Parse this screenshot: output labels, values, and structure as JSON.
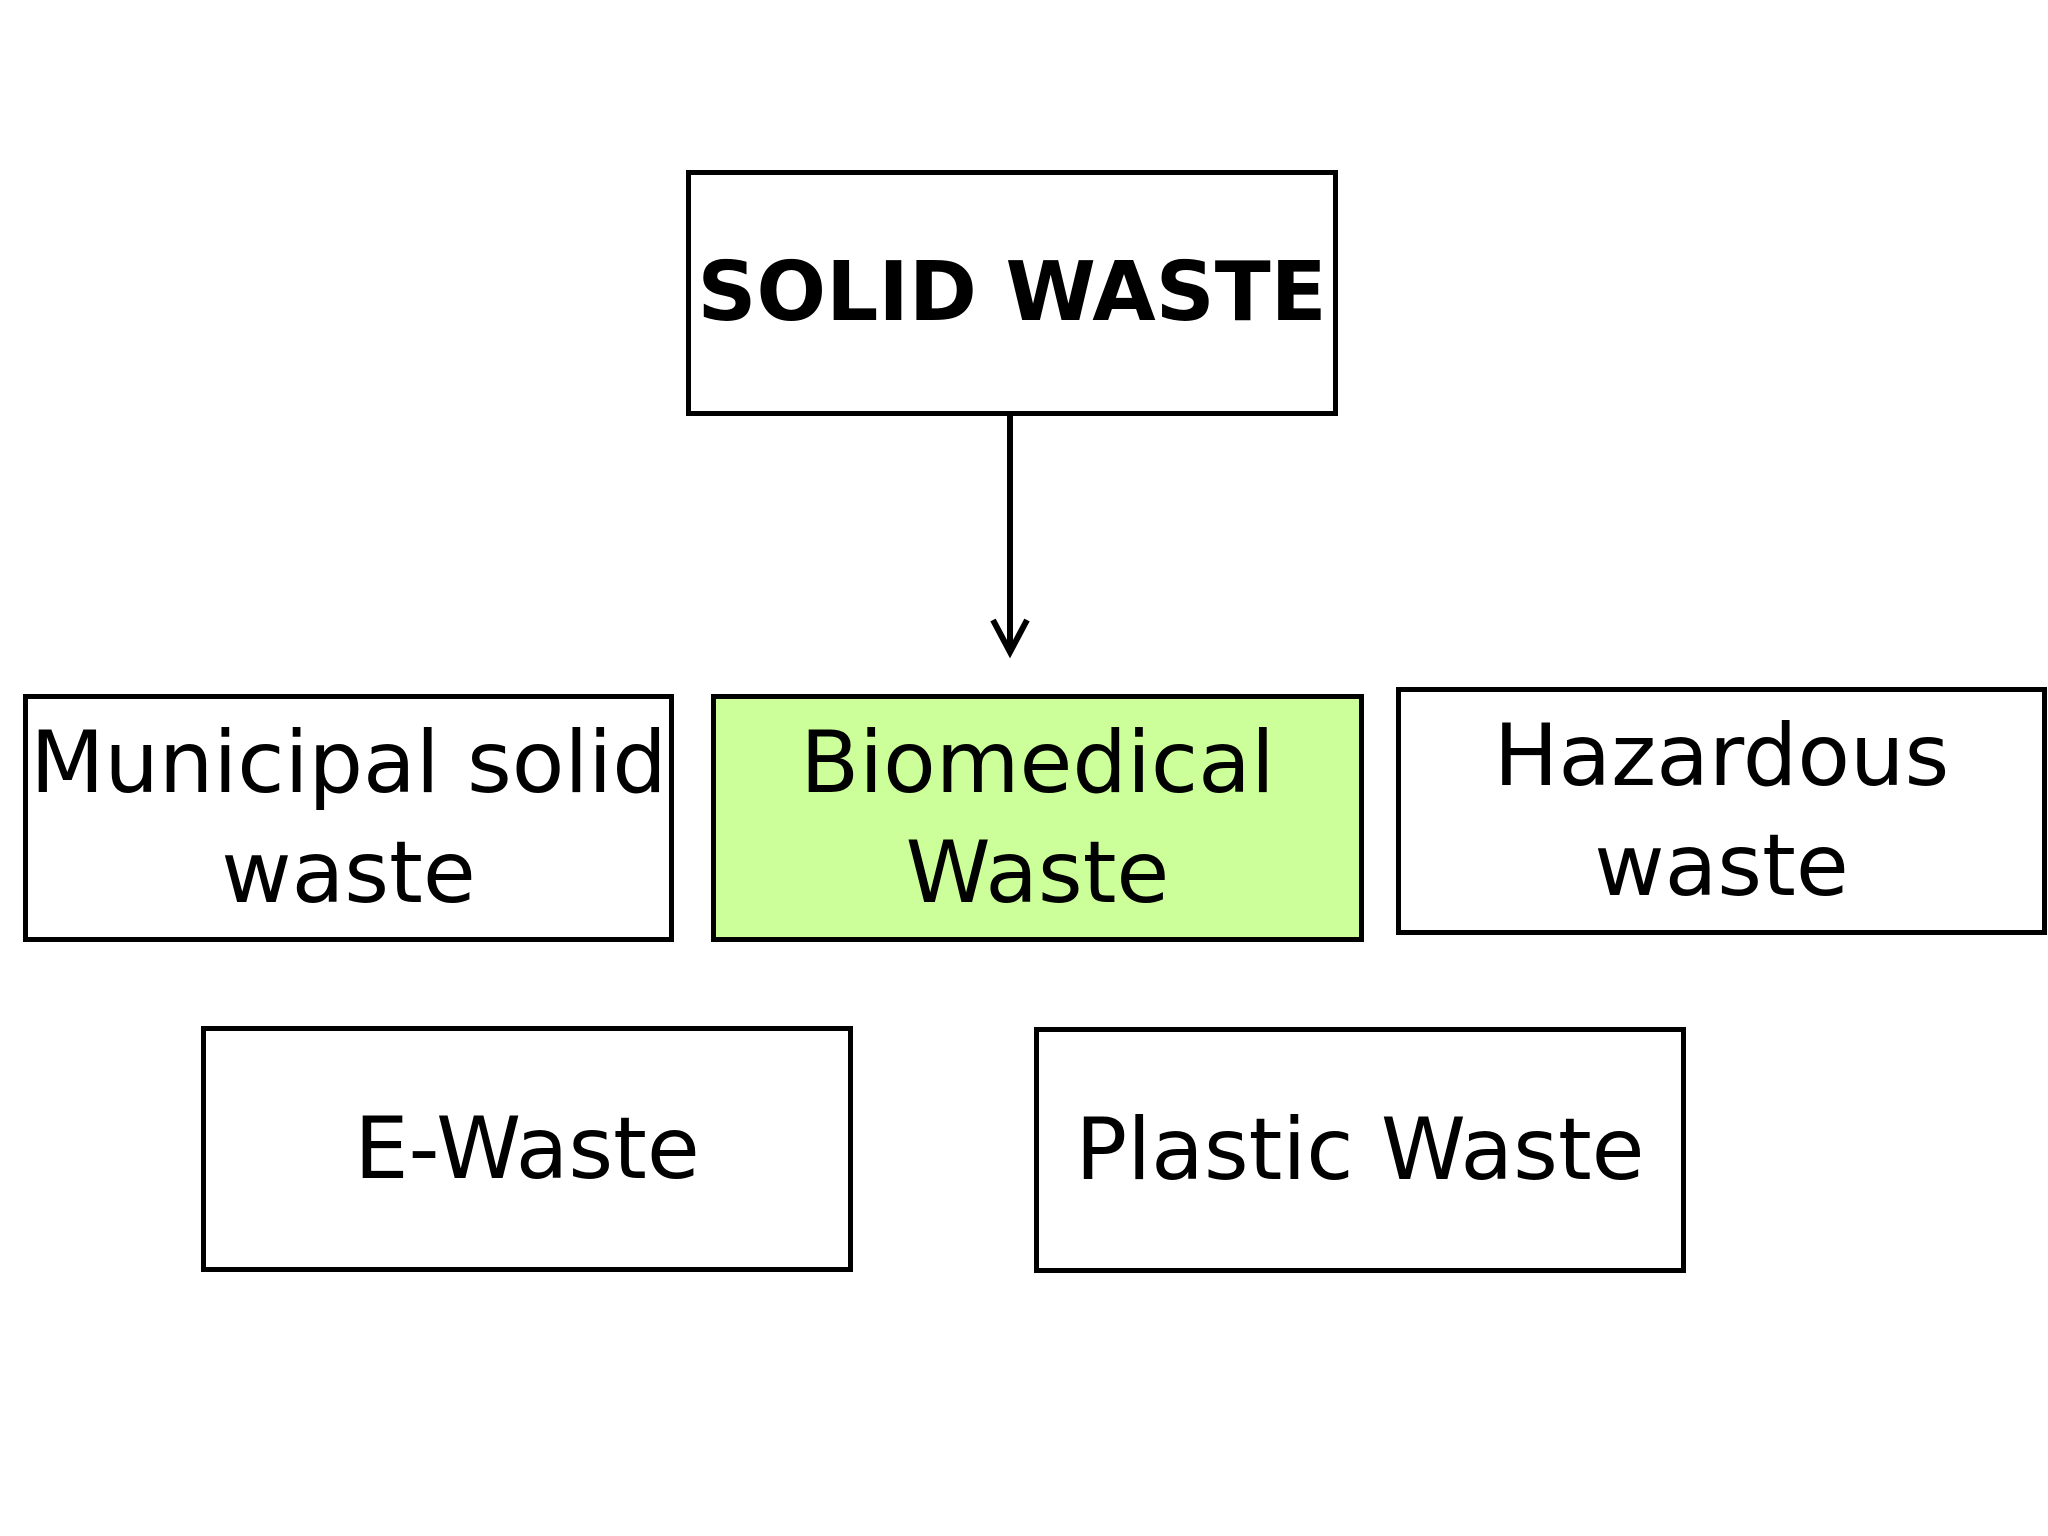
{
  "diagram": {
    "root": {
      "lines": [
        "SOLID WASTE"
      ]
    },
    "categories": [
      {
        "id": "municipal",
        "lines": [
          "Municipal solid",
          "waste"
        ]
      },
      {
        "id": "biomedical",
        "lines": [
          "Biomedical",
          "Waste"
        ],
        "highlighted": true
      },
      {
        "id": "hazardous",
        "lines": [
          "Hazardous",
          "waste"
        ]
      },
      {
        "id": "ewaste",
        "lines": [
          "E-Waste"
        ]
      },
      {
        "id": "plastic",
        "lines": [
          "Plastic Waste"
        ]
      }
    ],
    "edges": [
      {
        "from": "root",
        "to": "biomedical"
      }
    ]
  },
  "colors": {
    "border": "#000000",
    "text": "#000000",
    "background": "#ffffff",
    "highlight_fill": "#ccff99"
  }
}
